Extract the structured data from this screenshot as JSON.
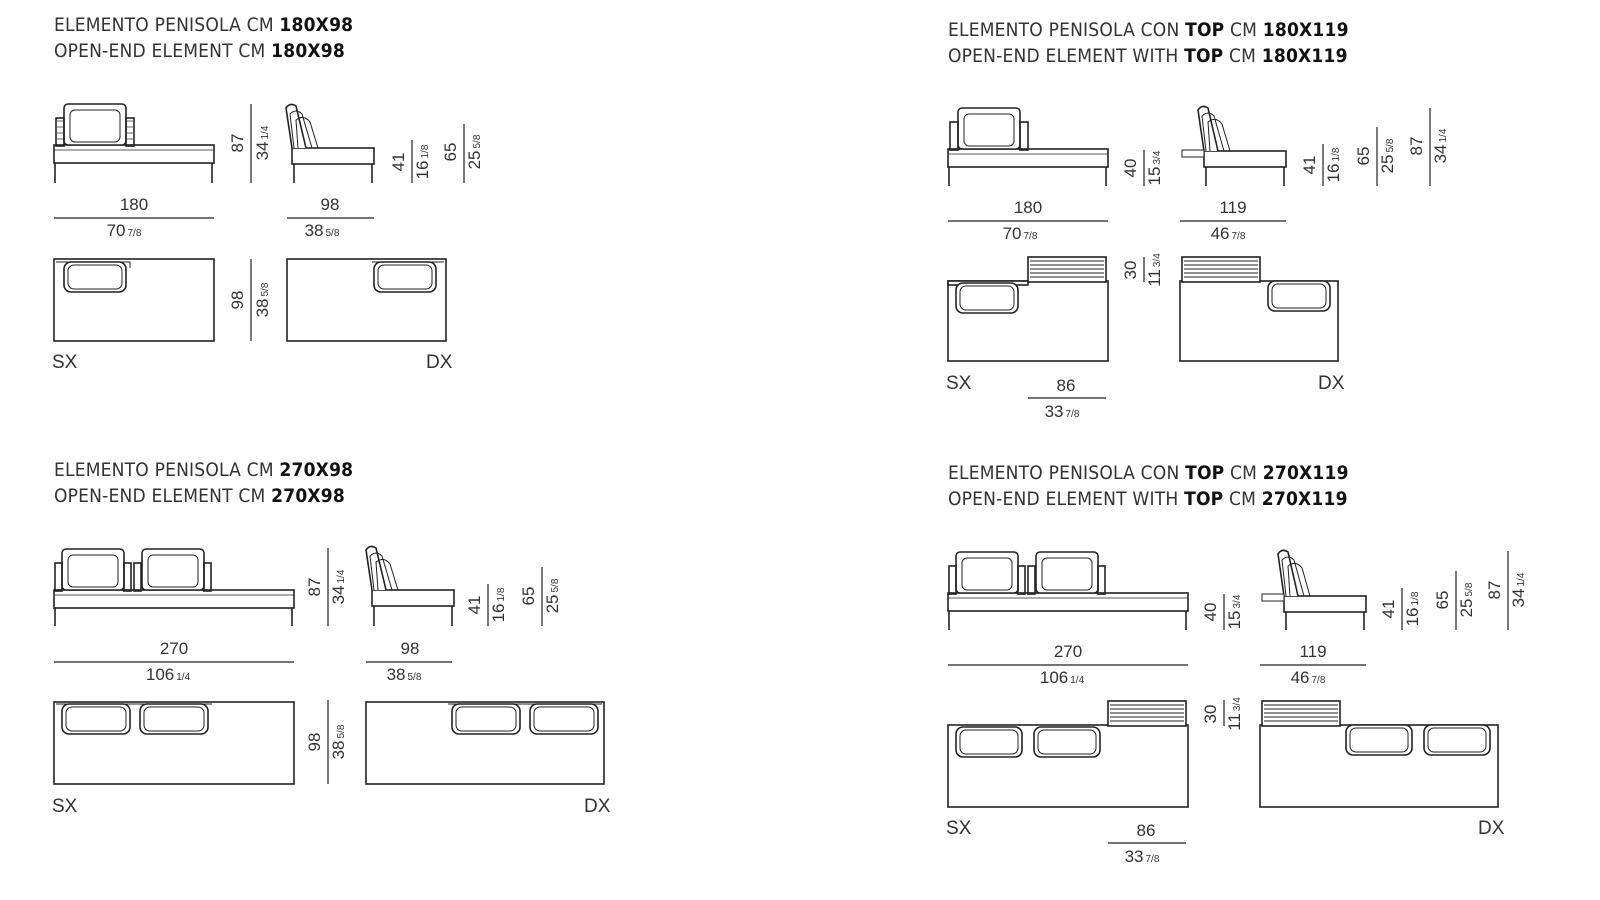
{
  "panels": [
    {
      "title_it": {
        "prefix": "ELEMENTO PENISOLA",
        "mid": "",
        "cm": " CM ",
        "size": "180X98"
      },
      "title_en": {
        "prefix": "OPEN-END ELEMENT",
        "mid": "",
        "cm": " CM ",
        "size": "180X98"
      },
      "front_width": {
        "cm": "180",
        "in": "70",
        "frac": "7/8"
      },
      "front_height": {
        "cm": "87",
        "in": "34",
        "frac": "1/4"
      },
      "side_depth": {
        "cm": "98",
        "in": "38",
        "frac": "5/8"
      },
      "seat_height": {
        "cm": "41",
        "in": "16",
        "frac": "1/8"
      },
      "arm_height": {
        "cm": "65",
        "in": "25",
        "frac": "5/8"
      },
      "plan_depth": {
        "cm": "98",
        "in": "38",
        "frac": "5/8"
      },
      "left_label": "SX",
      "right_label": "DX"
    },
    {
      "title_it": {
        "prefix": "ELEMENTO PENISOLA CON ",
        "mid": "TOP",
        "cm": " CM ",
        "size": "180X119"
      },
      "title_en": {
        "prefix": "OPEN-END ELEMENT WITH ",
        "mid": "TOP",
        "cm": " CM ",
        "size": "180X119"
      },
      "front_width": {
        "cm": "180",
        "in": "70",
        "frac": "7/8"
      },
      "top_height": {
        "cm": "40",
        "in": "15",
        "frac": "3/4"
      },
      "side_depth": {
        "cm": "119",
        "in": "46",
        "frac": "7/8"
      },
      "seat_height": {
        "cm": "41",
        "in": "16",
        "frac": "1/8"
      },
      "arm_height": {
        "cm": "65",
        "in": "25",
        "frac": "5/8"
      },
      "back_height": {
        "cm": "87",
        "in": "34",
        "frac": "1/4"
      },
      "top_depth": {
        "cm": "30",
        "in": "11",
        "frac": "3/4"
      },
      "top_width": {
        "cm": "86",
        "in": "33",
        "frac": "7/8"
      },
      "left_label": "SX",
      "right_label": "DX"
    },
    {
      "title_it": {
        "prefix": "ELEMENTO PENISOLA",
        "mid": "",
        "cm": " CM ",
        "size": "270X98"
      },
      "title_en": {
        "prefix": "OPEN-END ELEMENT",
        "mid": "",
        "cm": " CM ",
        "size": "270X98"
      },
      "front_width": {
        "cm": "270",
        "in": "106",
        "frac": "1/4"
      },
      "front_height": {
        "cm": "87",
        "in": "34",
        "frac": "1/4"
      },
      "side_depth": {
        "cm": "98",
        "in": "38",
        "frac": "5/8"
      },
      "seat_height": {
        "cm": "41",
        "in": "16",
        "frac": "1/8"
      },
      "arm_height": {
        "cm": "65",
        "in": "25",
        "frac": "5/8"
      },
      "plan_depth": {
        "cm": "98",
        "in": "38",
        "frac": "5/8"
      },
      "left_label": "SX",
      "right_label": "DX"
    },
    {
      "title_it": {
        "prefix": "ELEMENTO PENISOLA CON ",
        "mid": "TOP",
        "cm": " CM ",
        "size": "270X119"
      },
      "title_en": {
        "prefix": "OPEN-END ELEMENT WITH ",
        "mid": "TOP",
        "cm": " CM ",
        "size": "270X119"
      },
      "front_width": {
        "cm": "270",
        "in": "106",
        "frac": "1/4"
      },
      "top_height": {
        "cm": "40",
        "in": "15",
        "frac": "3/4"
      },
      "side_depth": {
        "cm": "119",
        "in": "46",
        "frac": "7/8"
      },
      "seat_height": {
        "cm": "41",
        "in": "16",
        "frac": "1/8"
      },
      "arm_height": {
        "cm": "65",
        "in": "25",
        "frac": "5/8"
      },
      "back_height": {
        "cm": "87",
        "in": "34",
        "frac": "1/4"
      },
      "top_depth": {
        "cm": "30",
        "in": "11",
        "frac": "3/4"
      },
      "top_width": {
        "cm": "86",
        "in": "33",
        "frac": "7/8"
      },
      "left_label": "SX",
      "right_label": "DX"
    }
  ]
}
